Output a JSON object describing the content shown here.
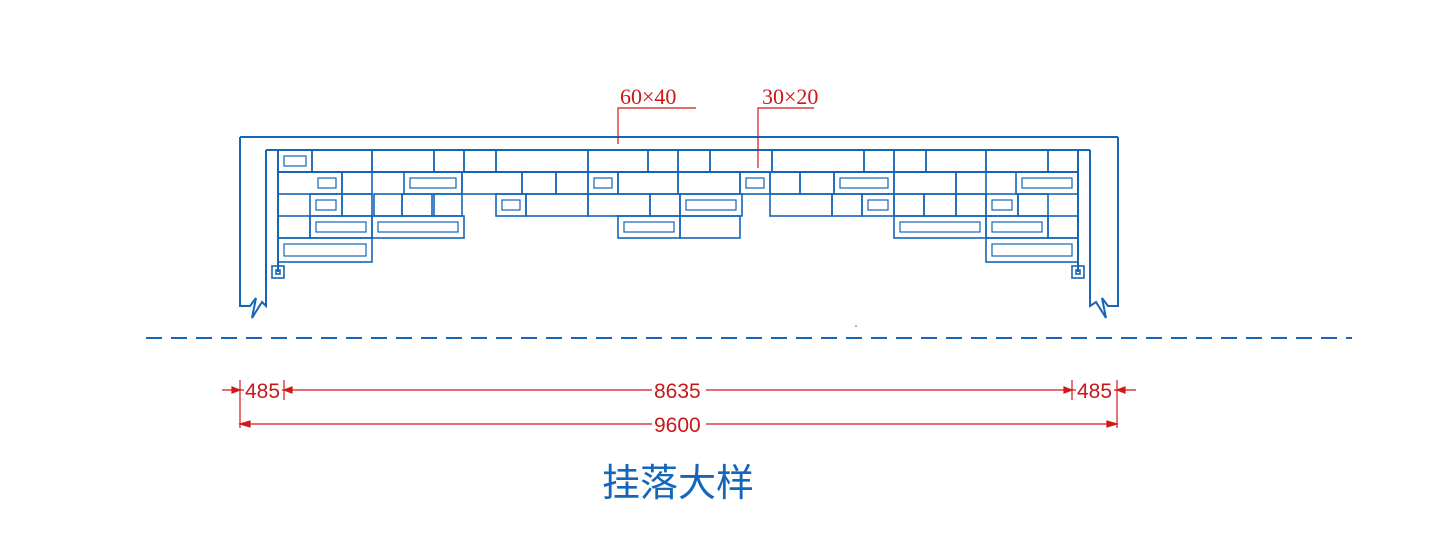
{
  "callouts": {
    "main_frame": "60×40",
    "lattice_bar": "30×20"
  },
  "dimensions": {
    "left_offset": "485",
    "span": "8635",
    "right_offset": "485",
    "total": "9600"
  },
  "title": "挂落大样",
  "colors": {
    "linework": "#1565b8",
    "annotation": "#d01818"
  }
}
